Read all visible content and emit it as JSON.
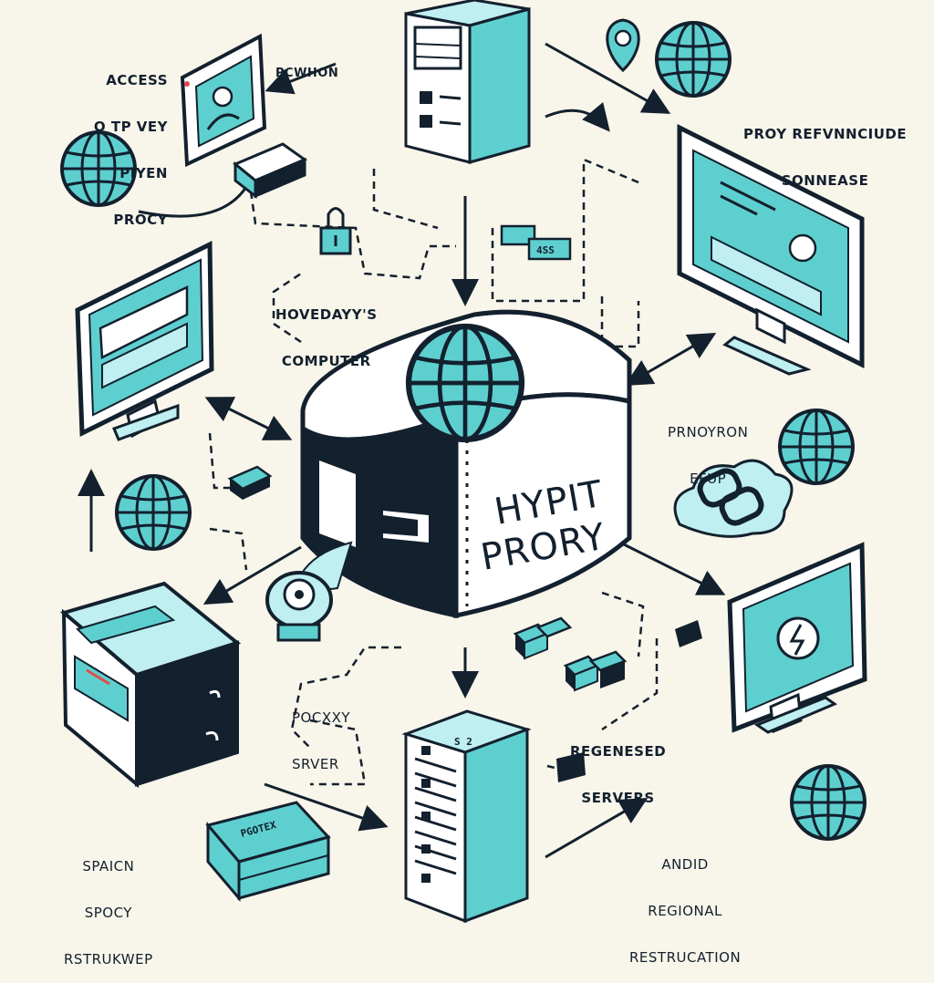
{
  "colors": {
    "background": "#f8f5ea",
    "outline": "#13202e",
    "accent": "#5ecfcf",
    "accent_light": "#bfeff0",
    "panel": "#ffffff"
  },
  "hub": {
    "line1": "HYPIT",
    "line2": "PRORY"
  },
  "labels": {
    "access_proxy": [
      "ACCESS",
      "O TP VEY",
      "PIYEN",
      "PROCY"
    ],
    "pcwhon": "PCWHON",
    "proxy_reference": [
      "PROY REFVNNCIUDE",
      "SONNEASE"
    ],
    "hoveday_computer": [
      "HOVEDAYY'S",
      "COMPUTER"
    ],
    "pnoyron_efup": [
      "PRNOYRON",
      "EFUP"
    ],
    "pocxxy_server": [
      "POCXXY",
      "SRVER"
    ],
    "regenesed_servers": [
      "REGENESED",
      "SERVERS"
    ],
    "spaicn_spocy": [
      "SPAICN",
      "SPOCY",
      "RSTRUKWEP"
    ],
    "andid_regional": [
      "ANDID",
      "REGIONAL",
      "RESTRUCATION"
    ]
  },
  "tags": {
    "price_tag": "4SS",
    "device_tag": "PGOTEX",
    "box_tag": "S 2"
  },
  "icons": [
    "globe-icon",
    "server-icon",
    "monitor-icon",
    "lock-icon",
    "location-pin-icon",
    "cloud-icon",
    "chain-link-icon",
    "arrow-icon",
    "router-icon",
    "disc-icon",
    "lightning-icon",
    "avatar-icon"
  ]
}
